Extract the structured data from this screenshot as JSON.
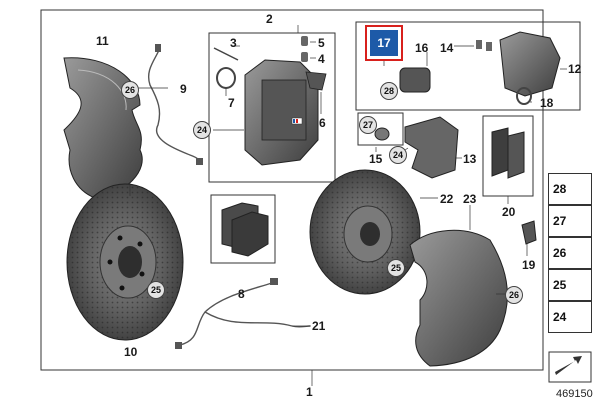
{
  "callouts": {
    "c1": "1",
    "c2": "2",
    "c3": "3",
    "c4": "4",
    "c5": "5",
    "c6": "6",
    "c7": "7",
    "c8": "8",
    "c9": "9",
    "c10": "10",
    "c11": "11",
    "c12": "12",
    "c13": "13",
    "c14": "14",
    "c15": "15",
    "c16": "16",
    "c17": "17",
    "c18": "18",
    "c19": "19",
    "c20": "20",
    "c21": "21",
    "c22": "22",
    "c23": "23",
    "c24": "24",
    "c25": "25",
    "c26": "26",
    "c27": "27",
    "c28": "28"
  },
  "circled": {
    "n26a": "26",
    "n24a": "24",
    "n25a": "25",
    "n28a": "28",
    "n27a": "27",
    "n24b": "24",
    "n25b": "25",
    "n26b": "26"
  },
  "highlight_label": "17",
  "sidebar": {
    "s28": "28",
    "s27": "27",
    "s26": "26",
    "s25": "25",
    "s24": "24"
  },
  "diagram_number": "469150",
  "colors": {
    "highlight_border": "#d8201c",
    "highlight_fill": "#1d5aa8",
    "part_dark": "#4a4a4a"
  }
}
